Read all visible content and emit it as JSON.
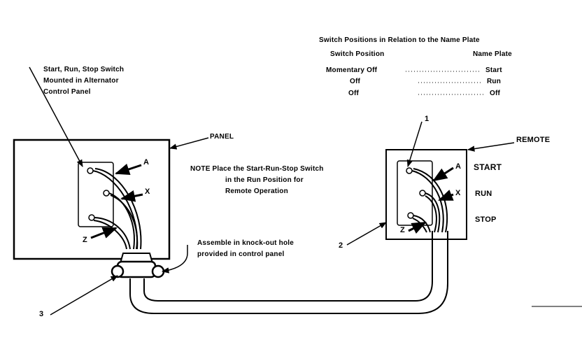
{
  "table": {
    "title": "Switch Positions in Relation to the Name Plate",
    "col_switch": "Switch Position",
    "col_plate": "Name Plate",
    "rows": [
      {
        "switch": "Momentary Off",
        "plate": "Start"
      },
      {
        "switch": "Off",
        "plate": "Run"
      },
      {
        "switch": "Off",
        "plate": "Off"
      }
    ]
  },
  "callouts": {
    "switch_line1": "Start, Run, Stop Switch",
    "switch_line2": "Mounted in Alternator",
    "switch_line3": "Control Panel",
    "panel": "PANEL",
    "remote": "REMOTE",
    "note_line1": "NOTE Place the Start-Run-Stop Switch",
    "note_line2": "in the Run Position for",
    "note_line3": "Remote Operation",
    "assemble_line1": "Assemble in knock-out hole",
    "assemble_line2": "provided in control panel",
    "ref1": "1",
    "ref2": "2",
    "ref3": "3"
  },
  "terminals": {
    "a": "A",
    "x": "X",
    "z": "Z",
    "a_remote": "A",
    "x_remote": "X",
    "z_remote": "Z"
  },
  "remote_labels": {
    "start": "START",
    "run": "RUN",
    "stop": "STOP"
  }
}
